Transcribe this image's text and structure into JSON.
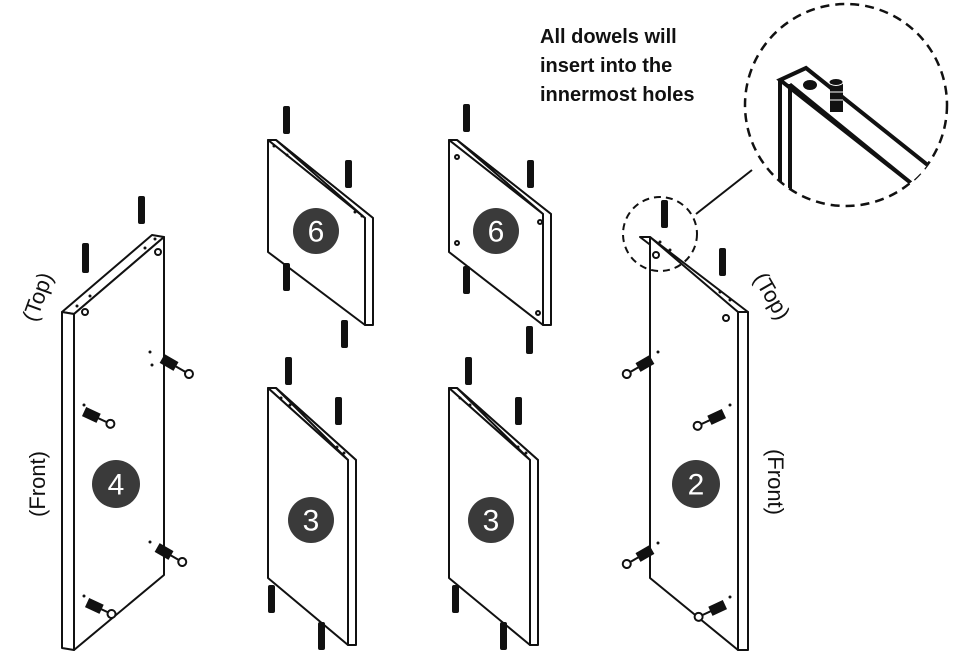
{
  "note": {
    "lines": [
      "All dowels will",
      "insert into the",
      "innermost holes"
    ]
  },
  "labels": {
    "top_left": "(Top)",
    "front_left": "(Front)",
    "top_right": "(Top)",
    "front_right": "(Front)"
  },
  "panels": {
    "panel_4": "4",
    "panel_6_a": "6",
    "panel_6_b": "6",
    "panel_3_a": "3",
    "panel_3_b": "3",
    "panel_2": "2"
  },
  "colors": {
    "ink": "#111111",
    "badge": "#3a3a3a",
    "paper": "#ffffff"
  }
}
